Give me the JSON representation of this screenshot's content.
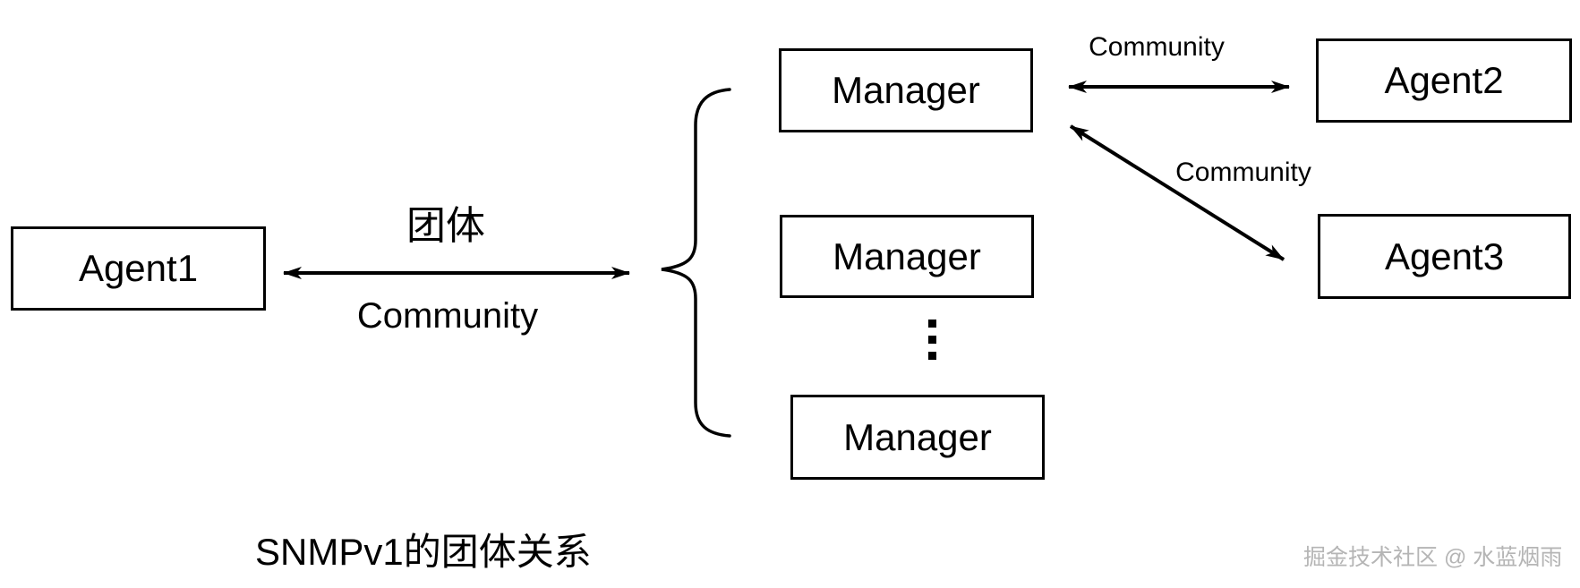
{
  "title": "SNMPv1的团体关系",
  "watermark": "掘金技术社区 @ 水蓝烟雨",
  "nodes": {
    "agent1": "Agent1",
    "manager_top": "Manager",
    "manager_mid": "Manager",
    "manager_bottom": "Manager",
    "agent2": "Agent2",
    "agent3": "Agent3"
  },
  "labels": {
    "agent1_link_cn": "团体",
    "agent1_link_en": "Community",
    "agent2_link": "Community",
    "agent3_link": "Community"
  },
  "icons": {
    "vertical_ellipsis": "⋮"
  },
  "colors": {
    "line": "#000000",
    "background": "#ffffff",
    "watermark_text": "#b5b5b5"
  }
}
